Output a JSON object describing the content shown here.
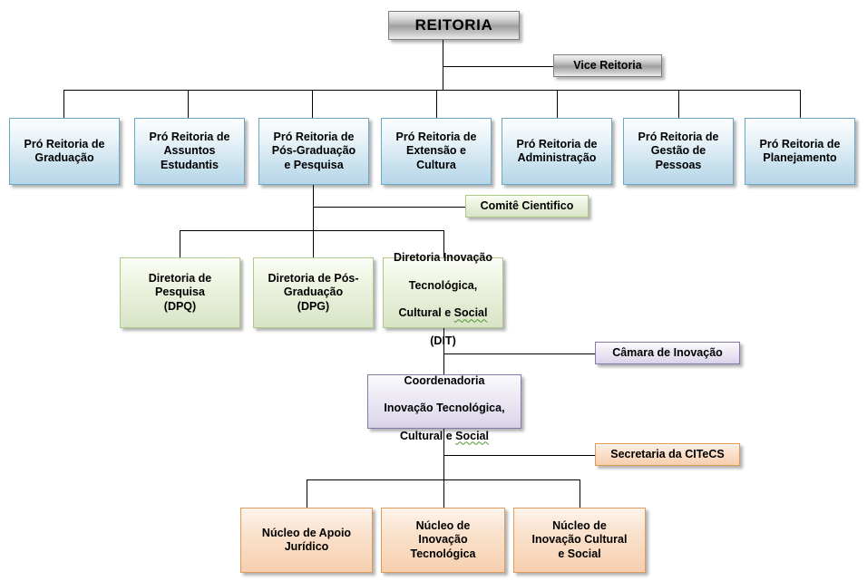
{
  "diagram": {
    "title": "Organograma da Reitoria",
    "type": "organizational-chart",
    "colors": {
      "level1_silver_border": "#7d7d7d",
      "level2_blue_fill": "#c9e1ee",
      "level2_blue_border": "#6ba8c6",
      "level3_green_fill": "#e0ead0",
      "level3_green_border": "#aec98a",
      "level4_purple_fill": "#e2ddee",
      "level4_purple_border": "#8877aa",
      "level5_orange_fill": "#f8d7bb",
      "level5_orange_border": "#e09b5a",
      "connector_line": "#000000",
      "spellcheck_underline": "#4a9a2a"
    }
  },
  "level1": {
    "root": "REITORIA",
    "aside": "Vice Reitoria"
  },
  "level2": {
    "items": [
      {
        "label": "Pró Reitoria de\nGraduação"
      },
      {
        "label": "Pró Reitoria de\nAssuntos\nEstudantis"
      },
      {
        "label": "Pró Reitoria de\nPós-Graduação\ne Pesquisa"
      },
      {
        "label": "Pró Reitoria de\nExtensão e\nCultura"
      },
      {
        "label": "Pró Reitoria de\nAdministração"
      },
      {
        "label": "Pró Reitoria de\nGestão de\nPessoas"
      },
      {
        "label": "Pró Reitoria de\nPlanejamento"
      }
    ]
  },
  "level3": {
    "aside": "Comitê Cientifico",
    "items": [
      {
        "label": "Diretoria de\nPesquisa\n(DPQ)"
      },
      {
        "label": "Diretoria de Pós-\nGraduação\n(DPG)"
      }
    ],
    "dit": {
      "line1": "Diretoria Inovação",
      "line2": "Tecnológica,",
      "line3_prefix": "Cultural e ",
      "line3_flagged": "Social",
      "line4": "(DIT)"
    }
  },
  "level4": {
    "aside": "Câmara de Inovação",
    "coordenadoria": {
      "line1": "Coordenadoria",
      "line2": "Inovação Tecnológica,",
      "line3_prefix": "Cultural e ",
      "line3_flagged": "Social"
    }
  },
  "level5": {
    "aside": "Secretaria da CITeCS",
    "items": [
      {
        "label": "Núcleo de Apoio\nJurídico"
      },
      {
        "label": "Núcleo de\nInovação\nTecnológica"
      },
      {
        "label": "Núcleo de\nInovação Cultural\ne Social"
      }
    ]
  }
}
